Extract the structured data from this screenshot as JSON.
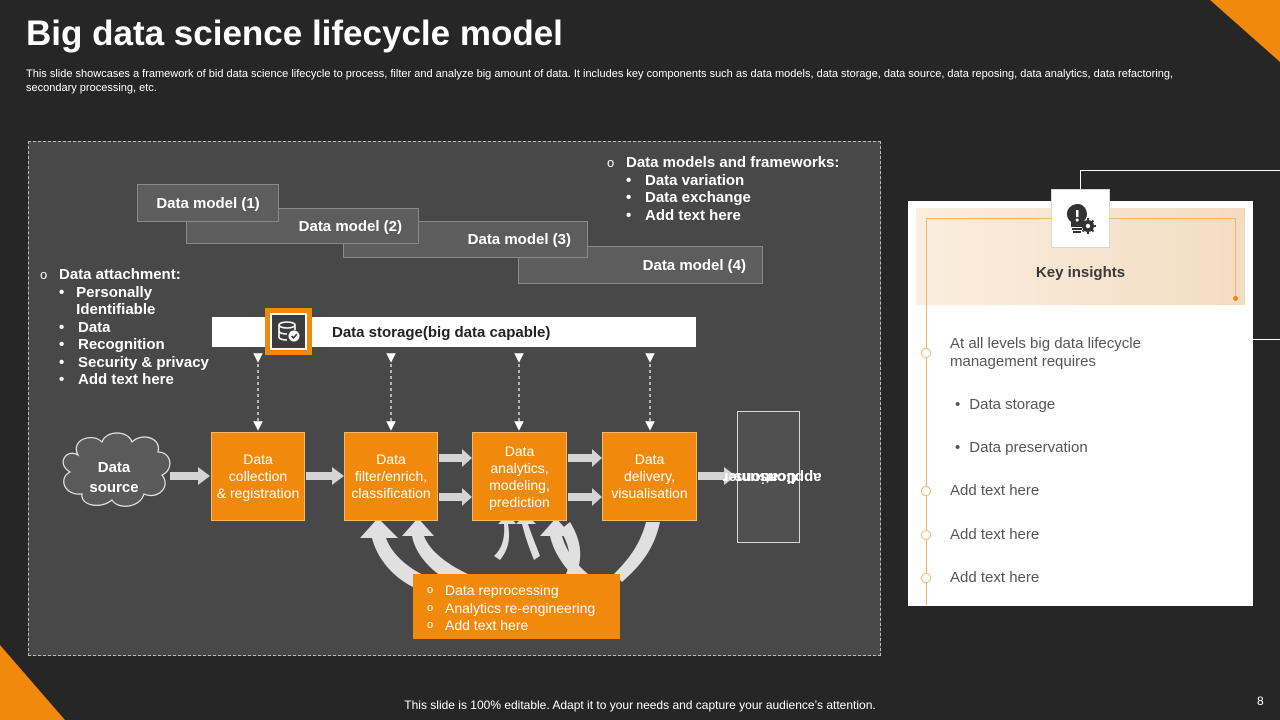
{
  "slide": {
    "title": "Big data science lifecycle model",
    "subtitle": "This slide showcases a framework of bid data science lifecycle to process, filter and analyze big amount of data. It includes key components such as data models, data storage, data source, data reposing, data analytics, data refactoring, secondary processing, etc.",
    "footer": "This slide is 100% editable. Adapt it to your needs and capture your audience’s attention.",
    "page_number": "8"
  },
  "colors": {
    "accent": "#f0890c",
    "background": "#262626",
    "panel": "#484848"
  },
  "diagram": {
    "data_models": [
      "Data model (1)",
      "Data model (2)",
      "Data model (3)",
      "Data model (4)"
    ],
    "models_list": {
      "marker": "o",
      "heading": "Data models and frameworks:",
      "items": [
        "Data variation",
        "Data exchange",
        "Add text here"
      ]
    },
    "attachment_list": {
      "marker": "o",
      "heading": "Data attachment:",
      "items": [
        "Personally Identifiable",
        "Data",
        "Recognition",
        "Security & privacy",
        "Add text here"
      ]
    },
    "storage_label": "Data storage(big data capable)",
    "storage_icon": "database-check-icon",
    "source": {
      "line1": "Data",
      "line2": "source"
    },
    "process_steps": [
      {
        "lines": [
          "Data",
          "collection",
          "& registration"
        ]
      },
      {
        "lines": [
          "Data",
          "filter/enrich,",
          "classification"
        ]
      },
      {
        "lines": [
          "Data",
          "analytics,",
          "modeling,",
          "prediction"
        ]
      },
      {
        "lines": [
          "Data",
          "delivery,",
          "visualisation"
        ]
      }
    ],
    "consumer": {
      "line1": "Consumer",
      "line2": "applications"
    },
    "reprocessing": [
      "Data reprocessing",
      "Analytics re-engineering",
      "Add text here"
    ]
  },
  "insights": {
    "icon": "lightbulb-gear-icon",
    "title": "Key insights",
    "intro": "At all levels big data lifecycle management requires",
    "bullets": [
      "Data storage",
      "Data preservation"
    ],
    "extras": [
      "Add text here",
      "Add text here",
      "Add text here"
    ]
  }
}
